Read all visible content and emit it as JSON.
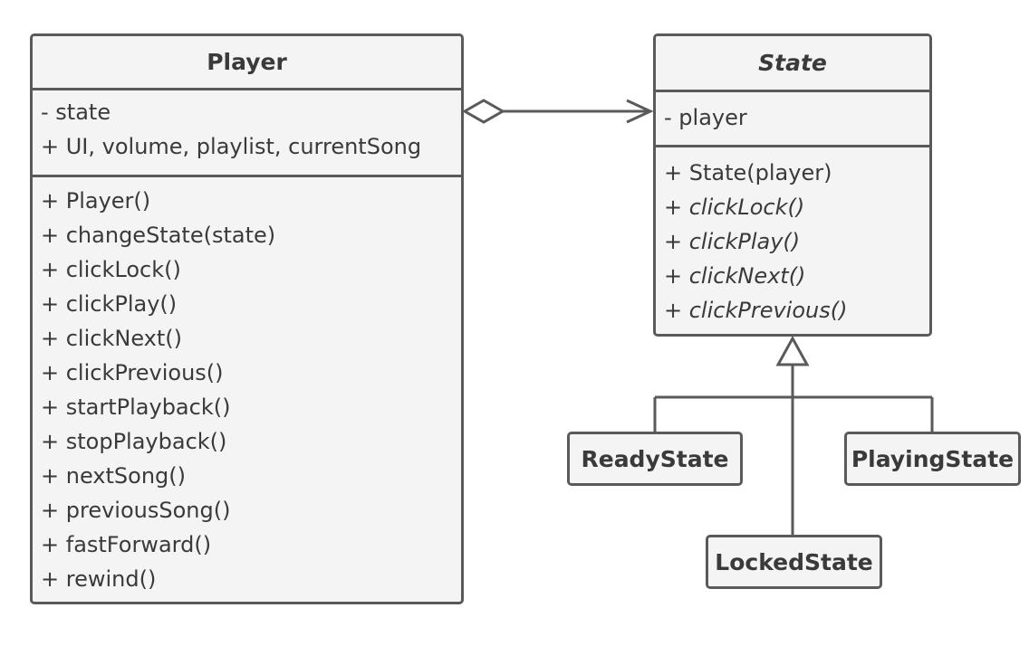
{
  "player": {
    "title": "Player",
    "fields": [
      "- state",
      "+ UI, volume, playlist, currentSong"
    ],
    "methods": [
      "+ Player()",
      "+ changeState(state)",
      "+ clickLock()",
      "+ clickPlay()",
      "+ clickNext()",
      "+ clickPrevious()",
      "+ startPlayback()",
      "+ stopPlayback()",
      "+ nextSong()",
      "+ previousSong()",
      "+ fastForward()",
      "+ rewind()"
    ]
  },
  "state": {
    "title": "State",
    "fields": [
      "- player"
    ],
    "methods": [
      "+ State(player)",
      "+ clickLock()",
      "+ clickPlay()",
      "+ clickNext()",
      "+ clickPrevious()"
    ],
    "abstract_methods": [
      false,
      true,
      true,
      true,
      true
    ]
  },
  "subclasses": {
    "ready": "ReadyState",
    "playing": "PlayingState",
    "locked": "LockedState"
  },
  "relations": {
    "aggregation": "Player-state",
    "inheritance": [
      "ReadyState",
      "PlayingState",
      "LockedState"
    ]
  }
}
